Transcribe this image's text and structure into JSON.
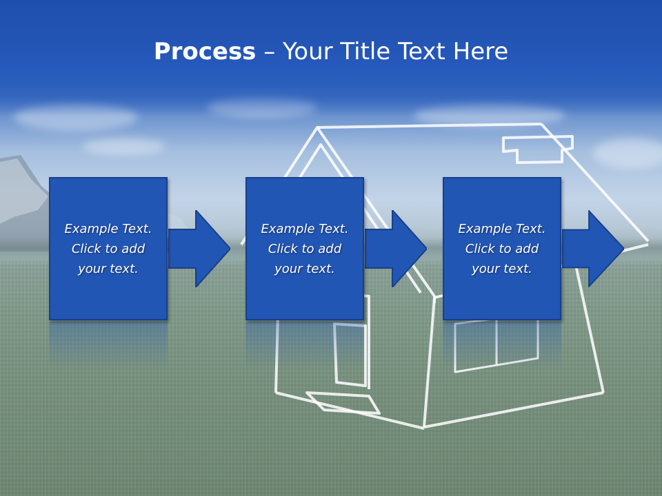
{
  "slide": {
    "title_bold": "Process",
    "title_rest": " – Your Title Text Here"
  },
  "steps": [
    {
      "text": "Example Text.\nClick  to add\nyour text."
    },
    {
      "text": "Example Text.\nClick  to add\nyour text."
    },
    {
      "text": "Example Text.\nClick  to add\nyour text."
    }
  ],
  "colors": {
    "title_band": "#2558b9",
    "step_fill": "#2256b5",
    "step_border": "#173f8a",
    "title_text": "#ffffff"
  },
  "icons": [
    "house-sketch-icon",
    "arrow-right-icon"
  ]
}
